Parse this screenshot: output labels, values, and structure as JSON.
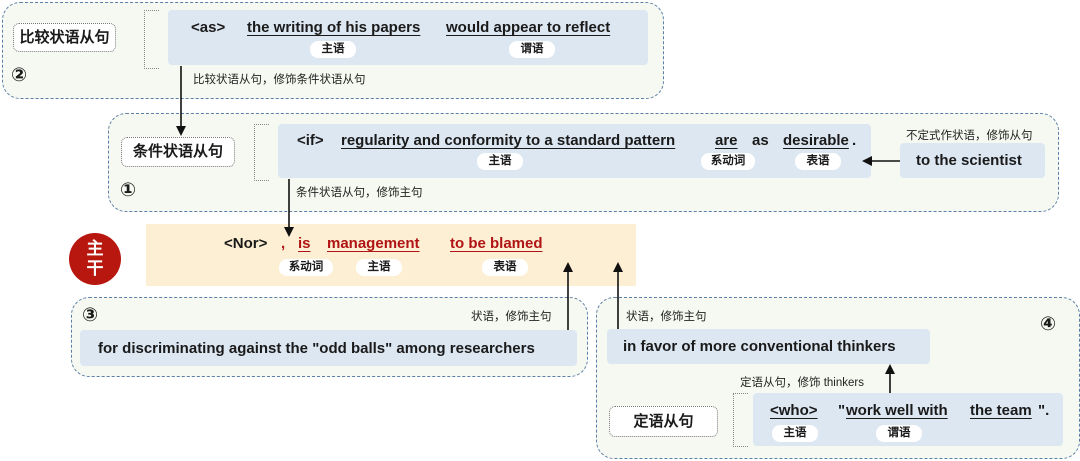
{
  "group2": {
    "number": "②",
    "tag": "比较状语从句",
    "marker": "<as>",
    "subject": "the writing of his papers",
    "predicate": "would appear to reflect",
    "subject_pill": "主语",
    "predicate_pill": "谓语",
    "note": "比较状语从句，修饰条件状语从句"
  },
  "group1": {
    "number": "①",
    "tag": "条件状语从句",
    "marker": "<if>",
    "subject": "regularity and conformity to a standard pattern",
    "linking_verb": "are",
    "as_word": "as",
    "predicative": "desirable",
    "period": ".",
    "subject_pill": "主语",
    "linking_pill": "系动词",
    "predicative_pill": "表语",
    "note": "条件状语从句，修饰主句",
    "infinitive_note": "不定式作状语，修饰从句",
    "infinitive": "to the scientist"
  },
  "main": {
    "badge_top": "主",
    "badge_bottom": "干",
    "marker": "<Nor>",
    "comma": ",",
    "linking_verb": "is",
    "subject": "management",
    "predicative": "to be blamed",
    "linking_pill": "系动词",
    "subject_pill": "主语",
    "predicative_pill": "表语"
  },
  "group3": {
    "number": "③",
    "note": "状语，修饰主句",
    "phrase": "for discriminating against the \"odd balls\" among researchers"
  },
  "group4": {
    "number": "④",
    "note": "状语，修饰主句",
    "phrase": "in favor of more conventional thinkers",
    "relative_note": "定语从句，修饰 thinkers",
    "tag": "定语从句",
    "marker": "<who>",
    "open_quote": "\"",
    "predicate": "work well with",
    "object": "the team",
    "close_quote": "\".",
    "subject_pill": "主语",
    "predicate_pill": "谓语"
  }
}
